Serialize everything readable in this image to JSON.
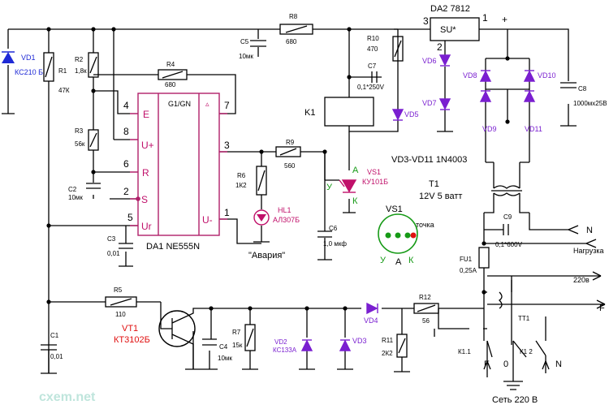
{
  "labels": {
    "vd1": "VD1",
    "vd1_type": "КС210 Б",
    "r1": "R1",
    "r1_val": "47К",
    "r2": "R2",
    "r2_val": "1,8к",
    "r3": "R3",
    "r3_val": "56к",
    "c2": "C2",
    "c2_val": "10мк",
    "c3": "C3",
    "c3_val": "0,01",
    "c1": "C1",
    "c1_val": "0,01",
    "r4": "R4",
    "r4_val": "680",
    "r8": "R8",
    "r8_val": "680",
    "c5": "C5",
    "c5_val": "10мк",
    "r10": "R10",
    "r10_val": "470",
    "c7": "C7",
    "c7_val": "0,1*250V",
    "vd5": "VD5",
    "k1": "K1",
    "r9": "R9",
    "r9_val": "560",
    "r6": "R6",
    "r6_val": "1К2",
    "hl1": "HL1",
    "hl1_type": "АЛ307Б",
    "c6": "C6",
    "c6_val": "1,0 мкф",
    "alarm": "\"Авария\"",
    "da1_name": "DA1 NE555N",
    "da1_title": "G1/GN",
    "da1_tri": "▵",
    "pin_e": "E",
    "pin_uplus": "U+",
    "pin_r": "R",
    "pin_s": "S",
    "pin_ur": "Ur",
    "pin_uminus": "U-",
    "n4": "4",
    "n8": "8",
    "n6": "6",
    "n2": "2",
    "n5": "5",
    "n7": "7",
    "n3": "3",
    "n1": "1",
    "da2": "DA2 7812",
    "su": "SU*",
    "da2_3": "3",
    "da2_1": "1",
    "da2_2": "2",
    "plus": "+",
    "vd6": "VD6",
    "vd7": "VD7",
    "vd8": "VD8",
    "vd9": "VD9",
    "vd10": "VD10",
    "vd11": "VD11",
    "c8": "C8",
    "c8_val": "1000мх25В",
    "vd_series": "VD3-VD11 1N4003",
    "t1": "T1",
    "t1_val": "12V 5 ватт",
    "vs1_a_top": "А",
    "vs1_u_top": "У",
    "vs1_k_top": "К",
    "vs1_name": "VS1",
    "vs1_type": "КУ101Б",
    "vs1_big": "VS1",
    "tochka": "точка",
    "u": "У",
    "a": "А",
    "k": "К",
    "c9": "C9",
    "c9_val": "0,1*600V",
    "n_top": "N",
    "load": "Нагрузка",
    "fu1": "FU1",
    "fu1_val": "0,25А",
    "v220": "220в",
    "f_right": "F",
    "r5": "R5",
    "r5_val": "110",
    "vt1": "VT1",
    "vt1_type": "КТ3102Б",
    "c4": "C4",
    "c4_val": "10мк",
    "r7": "R7",
    "r7_val": "15к",
    "vd2": "VD2",
    "vd2_type": "КС133А",
    "vd3": "VD3",
    "vd4": "VD4",
    "r11": "R11",
    "r11_val": "2К2",
    "r12": "R12",
    "r12_val": "56",
    "tt1": "TT1",
    "k11": "К1.1",
    "k12": "К1 2",
    "f_bot": "F",
    "zero": "0",
    "n_bot": "N",
    "mains": "Сеть  220 В",
    "watermark": "cxem.net"
  }
}
